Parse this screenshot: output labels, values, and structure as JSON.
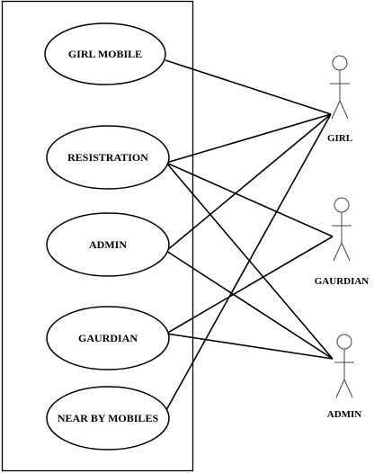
{
  "diagram": {
    "use_cases": [
      {
        "id": "girl-mobile",
        "label": "GIRL MOBILE"
      },
      {
        "id": "registration",
        "label": "RESISTRATION"
      },
      {
        "id": "admin",
        "label": "ADMIN"
      },
      {
        "id": "gaurdian",
        "label": "GAURDIAN"
      },
      {
        "id": "near-by-mobiles",
        "label": "NEAR BY MOBILES"
      }
    ],
    "actors": [
      {
        "id": "girl",
        "label": "GIRL"
      },
      {
        "id": "gaurdian",
        "label": "GAURDIAN"
      },
      {
        "id": "admin",
        "label": "ADMIN"
      }
    ],
    "associations": [
      {
        "from": "girl-mobile",
        "to": "girl"
      },
      {
        "from": "registration",
        "to": "girl"
      },
      {
        "from": "registration",
        "to": "gaurdian"
      },
      {
        "from": "registration",
        "to": "admin"
      },
      {
        "from": "admin",
        "to": "girl"
      },
      {
        "from": "admin",
        "to": "admin"
      },
      {
        "from": "gaurdian",
        "to": "gaurdian"
      },
      {
        "from": "gaurdian",
        "to": "admin"
      },
      {
        "from": "near-by-mobiles",
        "to": "girl"
      }
    ],
    "colors": {
      "stroke": "#000000",
      "background": "#ffffff"
    }
  }
}
